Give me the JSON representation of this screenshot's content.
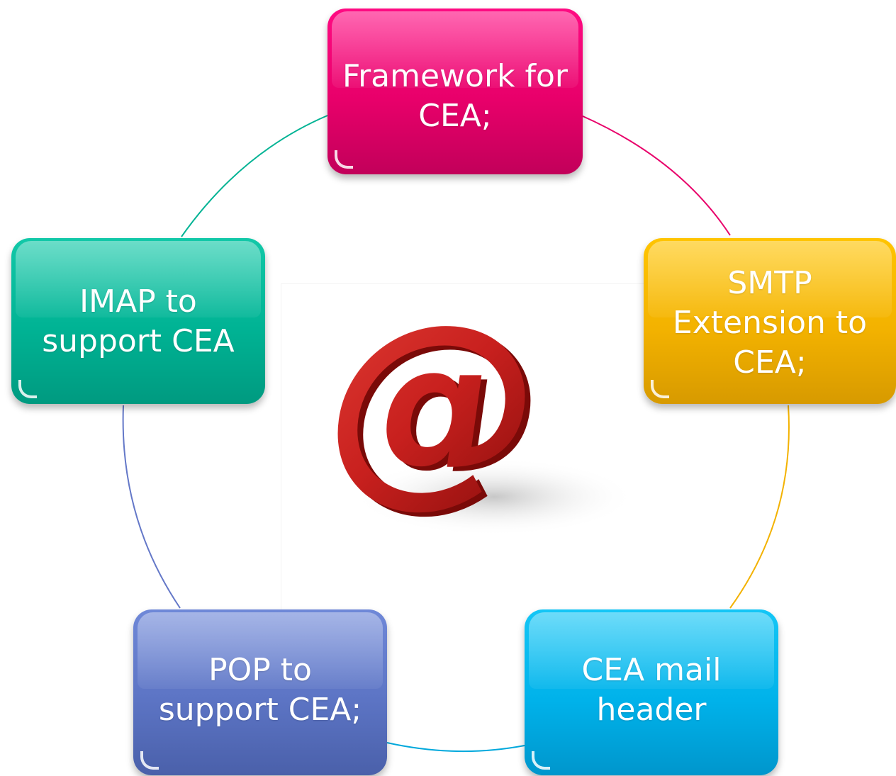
{
  "diagram": {
    "nodes": [
      {
        "id": "top",
        "label": "Framework for\nCEA;",
        "color": "#e8006a"
      },
      {
        "id": "right",
        "label": "SMTP\nExtension to\nCEA;",
        "color": "#f3b200"
      },
      {
        "id": "bottom_right",
        "label": "CEA mail\nheader",
        "color": "#00b2ea"
      },
      {
        "id": "bottom_left",
        "label": "POP to\nsupport CEA;",
        "color": "#5c74c4"
      },
      {
        "id": "left",
        "label": "IMAP to\nsupport CEA",
        "color": "#00b394"
      }
    ],
    "center_symbol": "at-sign-icon",
    "center_symbol_color": "#c8201e",
    "ring_colors": [
      "#e8006a",
      "#f3b200",
      "#00b2ea",
      "#5c74c4",
      "#00b394"
    ]
  }
}
